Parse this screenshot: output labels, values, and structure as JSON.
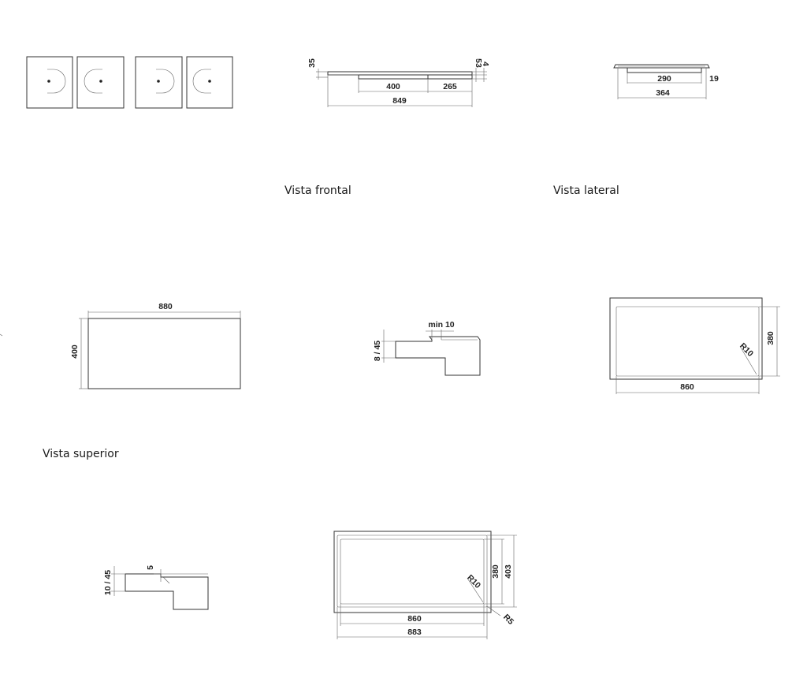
{
  "captions": {
    "frontal": "Vista frontal",
    "lateral": "Vista lateral",
    "superior": "Vista superior"
  },
  "dims": {
    "front_35": "35",
    "front_53": "53",
    "front_4": "4",
    "front_400": "400",
    "front_265": "265",
    "front_849": "849",
    "side_290": "290",
    "side_19": "19",
    "side_364": "364",
    "top_880": "880",
    "top_400": "400",
    "det1_min10": "min 10",
    "det1_8_45": "8 / 45",
    "cut1_380": "380",
    "cut1_r10": "R10",
    "cut1_860": "860",
    "det2_5": "5",
    "det2_10_45": "10 / 45",
    "cut2_380": "380",
    "cut2_403": "403",
    "cut2_r10": "R10",
    "cut2_r5": "R5",
    "cut2_860": "860",
    "cut2_883": "883"
  },
  "colors": {
    "line": "#333333",
    "text": "#222222",
    "background": "#ffffff"
  }
}
